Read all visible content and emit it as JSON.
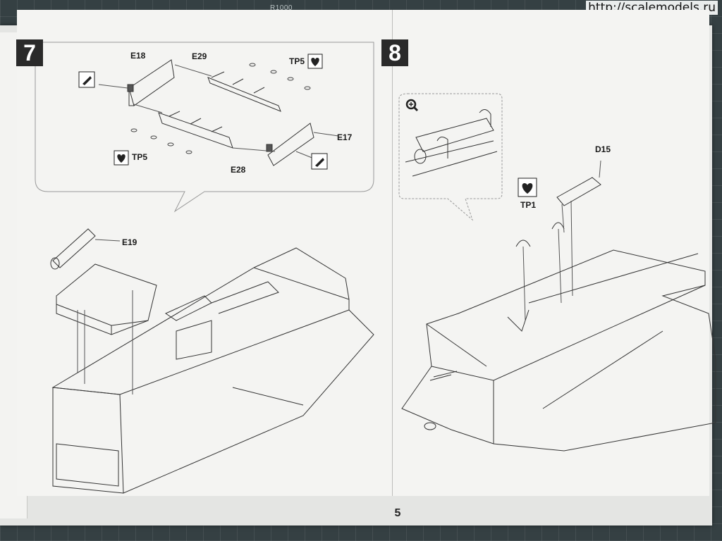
{
  "mat": {
    "label": "R1000"
  },
  "watermark": "http://scalemodels.ru",
  "page_number": "5",
  "step7": {
    "number": "7",
    "parts": {
      "e18": "E18",
      "e29": "E29",
      "tp5_top": "TP5",
      "e17": "E17",
      "tp5_bottom": "TP5",
      "e28": "E28",
      "e19": "E19"
    }
  },
  "step8": {
    "number": "8",
    "parts": {
      "d15": "D15",
      "tp1": "TP1"
    }
  },
  "icons": {
    "glue": "glue-icon",
    "photo_etch": "photo-etch-heart-icon",
    "zoom": "zoom-magnifier-icon"
  }
}
